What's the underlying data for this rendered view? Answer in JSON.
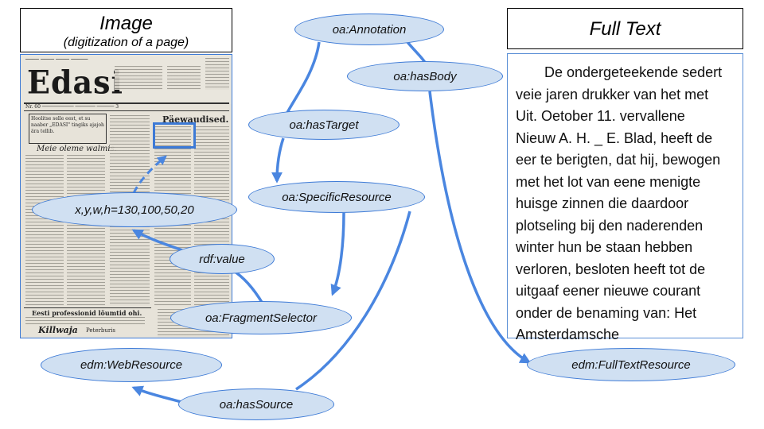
{
  "image_panel": {
    "title": "Image",
    "subtitle": "(digitization of a page)"
  },
  "fulltext_panel": {
    "title": "Full Text",
    "lines": [
      "De ondergeteekende sedert",
      "veie jaren drukker van het met",
      "Uit. Oetober 11. vervallene",
      "Nieuw A. H. _ E. Blad, heeft de",
      "eer te berigten, dat hij, bewogen",
      "met het lot van eene menigte",
      "huisge zinnen die daardoor",
      "plotseling bij den naderenden",
      "winter hun be staan hebben",
      "verloren, besloten heeft tot de",
      "uitgaaf eener nieuwe courant",
      "onder de benaming van: Het",
      "Amsterdamsche"
    ]
  },
  "newspaper": {
    "masthead": "Edasi",
    "header_right": "Päewaudised.",
    "section_left": "Meie oleme walmis.",
    "footer_text": "Eesti professionid lõumtid ohi.",
    "footer_brand": "Killwaja",
    "footer_city": "Peterburis"
  },
  "nodes": {
    "annotation": "oa:Annotation",
    "has_body": "oa:hasBody",
    "has_target": "oa:hasTarget",
    "specific_resource": "oa:SpecificResource",
    "xywh": "x,y,w,h=130,100,50,20",
    "rdf_value": "rdf:value",
    "fragment_selector": "oa:FragmentSelector",
    "web_resource": "edm:WebResource",
    "has_source": "oa:hasSource",
    "fulltext_resource": "edm:FullTextResource"
  },
  "colors": {
    "edge": "#4a86e0",
    "node_fill": "#d0e0f2",
    "node_border": "#3d7ad6"
  }
}
